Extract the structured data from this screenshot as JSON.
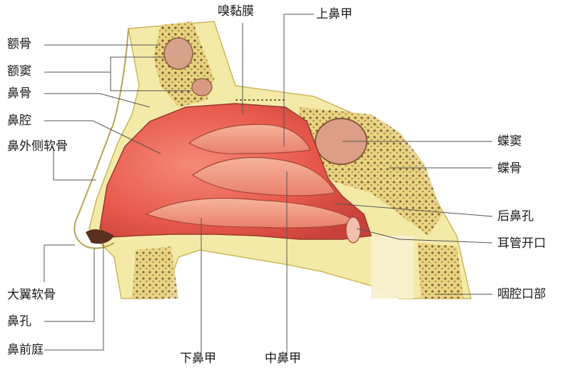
{
  "labels": {
    "olfactory_mucosa": "嗅黏膜",
    "superior_turbinate": "上鼻甲",
    "frontal_bone": "额骨",
    "frontal_sinus": "额窦",
    "nasal_bone": "鼻骨",
    "nasal_cavity": "鼻腔",
    "lateral_nasal_cartilage": "鼻外侧软骨",
    "sphenoid_sinus": "蝶窦",
    "sphenoid_bone": "蝶骨",
    "choana": "后鼻孔",
    "eustachian_opening": "耳管开口",
    "greater_alar_cartilage": "大翼软骨",
    "nostril": "鼻孔",
    "nasal_vestibule": "鼻前庭",
    "inferior_turbinate": "下鼻甲",
    "middle_turbinate": "中鼻甲",
    "nasopharynx": "咽腔口部"
  },
  "colors": {
    "bone": "#f2e9a6",
    "bone_dark": "#d8c46a",
    "cavity": "#e8574b",
    "cavity_light": "#f07a68",
    "turbinate": "#f2a08c",
    "line": "#555555",
    "text": "#1a1a1a"
  }
}
